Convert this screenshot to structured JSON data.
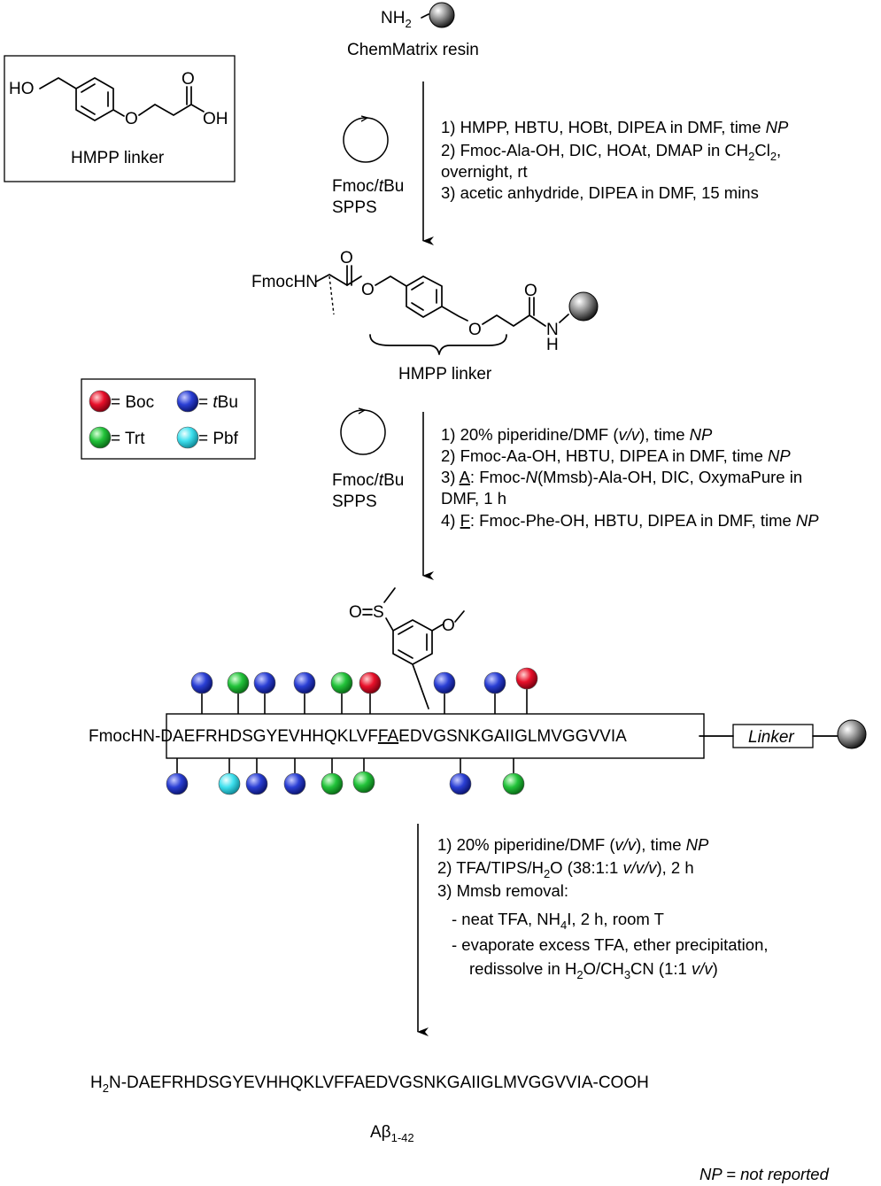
{
  "resin": {
    "nh2_prefix": "NH",
    "nh2_sub": "2",
    "label": "ChemMatrix resin"
  },
  "hmpp_box": {
    "ho": "HO",
    "o": "O",
    "oh": "OH",
    "carbonyl_o": "O",
    "label": "HMPP linker"
  },
  "spps": {
    "fmoc": "Fmoc/",
    "tbu_italic": "t",
    "bu": "Bu",
    "spps": "SPPS"
  },
  "step1": {
    "l1_pre": "1) HMPP, HBTU, HOBt, DIPEA in DMF, time ",
    "l1_it": "NP",
    "l2_pre": "2) Fmoc-Ala-OH, DIC, HOAt, DMAP in CH",
    "l2_sub": "2",
    "l2_cl": "Cl",
    "l2_sub2": "2",
    "l2_post": ",",
    "l3": "overnight, rt",
    "l4": "3) acetic anhydride, DIPEA in DMF, 15 mins"
  },
  "intermediate": {
    "fmochn": "FmocHN",
    "o1": "O",
    "o2": "O",
    "o3": "O",
    "o4": "O",
    "n": "N",
    "h": "H",
    "linker_label": "HMPP linker"
  },
  "legend": {
    "boc": "= Boc",
    "tbu_italic": "t",
    "tbu": "Bu",
    "trt": "= Trt",
    "pbf": "= Pbf",
    "eq": "= ",
    "colors": {
      "boc": "#e8102a",
      "tbu": "#2a3fd4",
      "trt": "#22c33a",
      "pbf": "#3fe0ee"
    }
  },
  "step2": {
    "l1_pre": "1) 20% piperidine/DMF (",
    "l1_it": "v/v",
    "l1_mid": "), time ",
    "l1_it2": "NP",
    "l2_pre": "2) Fmoc-Aa-OH, HBTU, DIPEA in DMF, time ",
    "l2_it": "NP",
    "l3_num": "3) ",
    "l3_u": "A",
    "l3_mid": ": Fmoc-",
    "l3_it": "N",
    "l3_post": "(Mmsb)-Ala-OH, DIC, OxymaPure in",
    "l4": "DMF, 1 h",
    "l5_num": "4) ",
    "l5_u": "F",
    "l5_mid": ": Fmoc-Phe-OH, HBTU, DIPEA in DMF, time ",
    "l5_it": "NP"
  },
  "peptide": {
    "prefix": "FmocHN-",
    "seq_a": "DAEFRHDSGYEVHHQKLVF",
    "seq_fa": "FA",
    "seq_b": "EDVGSNKGAIIGLMVGGVVIA",
    "dash": "-",
    "linker": "Linker",
    "mmsb_o": "O",
    "mmsb_s": "S",
    "mmsb_o2": "O"
  },
  "step3": {
    "l1_pre": "1) 20% piperidine/DMF (",
    "l1_it": "v/v",
    "l1_mid": "), time ",
    "l1_it2": "NP",
    "l2_pre": "2) TFA/TIPS/H",
    "l2_sub": "2",
    "l2_mid": "O (38:1:1 ",
    "l2_it": "v/v/v",
    "l2_post": "), 2 h",
    "l3": "3) Mmsb removal:",
    "l4_pre": "- neat TFA, NH",
    "l4_sub": "4",
    "l4_post": "I, 2 h, room T",
    "l5": "- evaporate excess TFA, ether precipitation,",
    "l6_pre": "redissolve in H",
    "l6_sub": "2",
    "l6_mid": "O/CH",
    "l6_sub2": "3",
    "l6_mid2": "CN (1:1 ",
    "l6_it": "v/v",
    "l6_post": ")"
  },
  "product": {
    "h": "H",
    "sub": "2",
    "seq": "N-DAEFRHDSGYEVHHQKLVFFAEDVGSNKGAIIGLMVGGVVIA-COOH",
    "name_a": "Aβ",
    "name_sub": "1-42"
  },
  "footnote": {
    "np": "NP",
    "rest": " = not reported"
  }
}
